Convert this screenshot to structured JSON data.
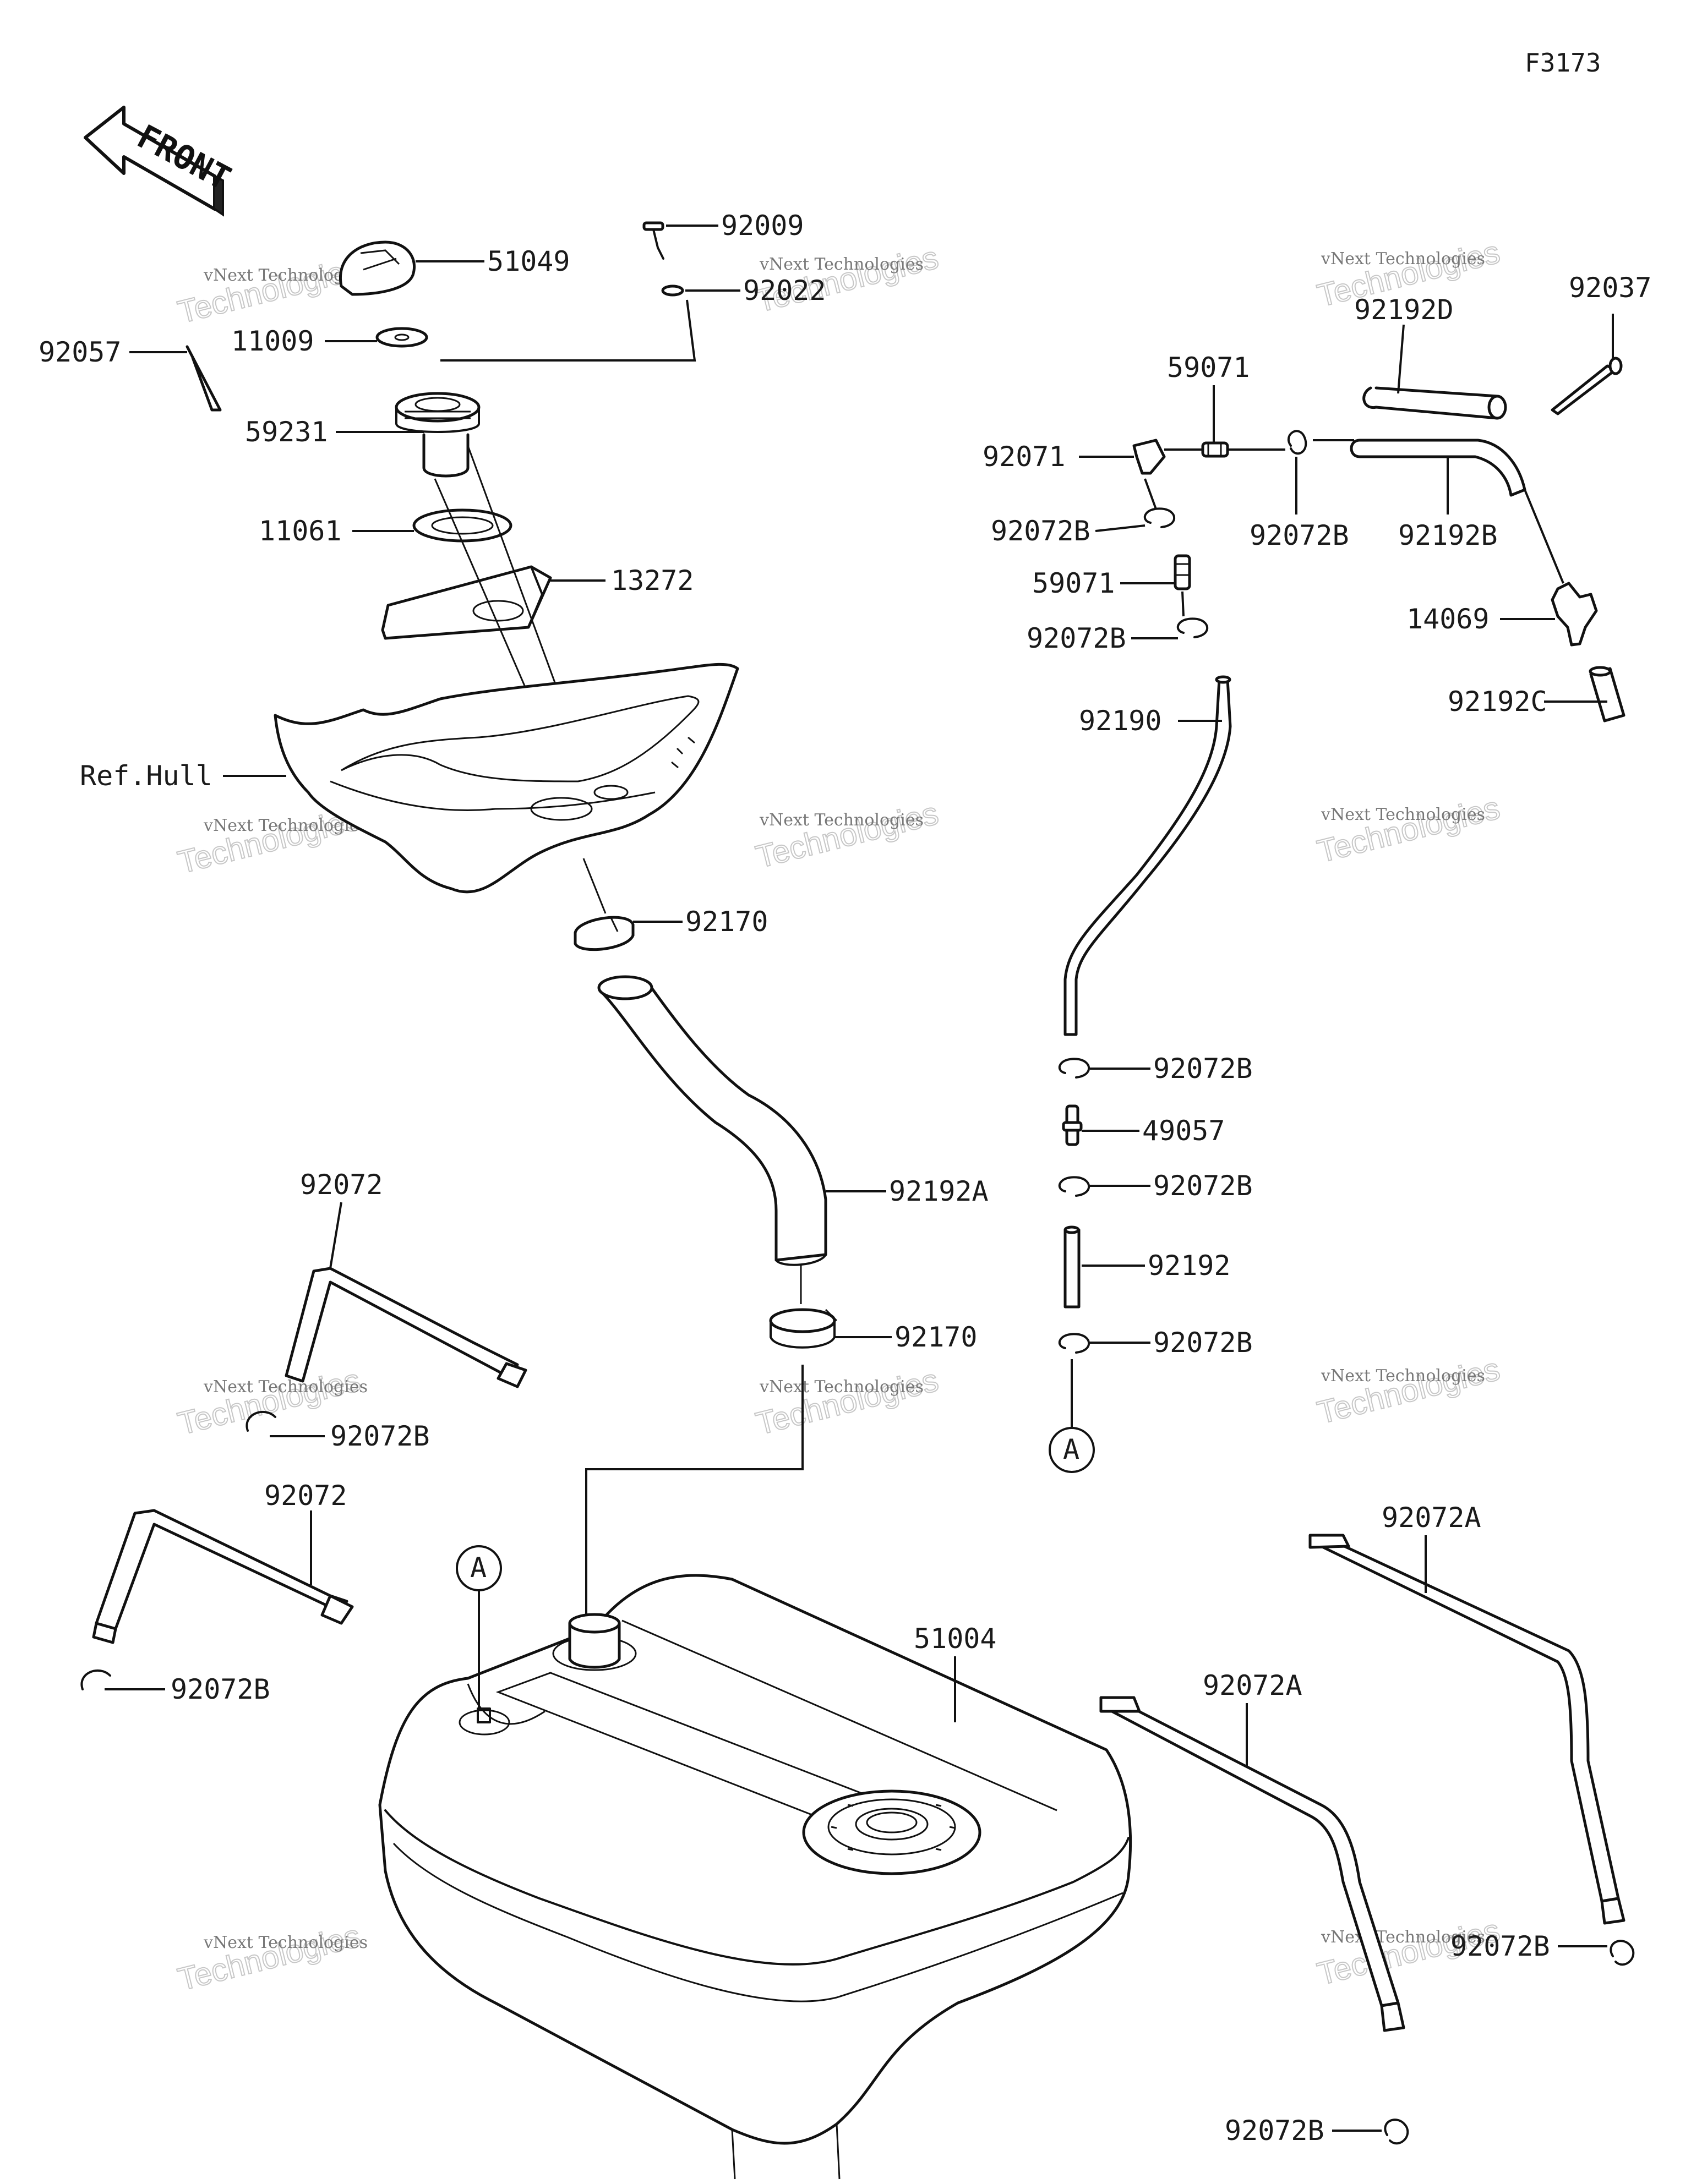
{
  "diagram_code": "F3173",
  "front_label": "FRONT",
  "ref_hull_label": "Ref.Hull",
  "ref_a_label": "A",
  "watermark": {
    "line1": "vNext Technologies",
    "line2": "vNext",
    "line3": "Technologies"
  },
  "parts": {
    "p51049": "51049",
    "p92009": "92009",
    "p92022": "92022",
    "p92057": "92057",
    "p11009": "11009",
    "p59231": "59231",
    "p11061": "11061",
    "p13272": "13272",
    "p92170_top": "92170",
    "p92192A": "92192A",
    "p92170_bot": "92170",
    "p92072_a": "92072",
    "p92072B_a": "92072B",
    "p92072_b": "92072",
    "p92072B_b": "92072B",
    "p51004": "51004",
    "p92192D": "92192D",
    "p92037": "92037",
    "p59071_top": "59071",
    "p92071": "92071",
    "p92072B_c": "92072B",
    "p92072B_d": "92072B",
    "p92192B": "92192B",
    "p59071_mid": "59071",
    "p14069": "14069",
    "p92072B_e": "92072B",
    "p92192C": "92192C",
    "p92190": "92190",
    "p92072B_f": "92072B",
    "p49057": "49057",
    "p92072B_g": "92072B",
    "p92192": "92192",
    "p92072B_h": "92072B",
    "p92072A_a": "92072A",
    "p92072A_b": "92072A",
    "p92072B_i": "92072B",
    "p92072B_j": "92072B"
  }
}
